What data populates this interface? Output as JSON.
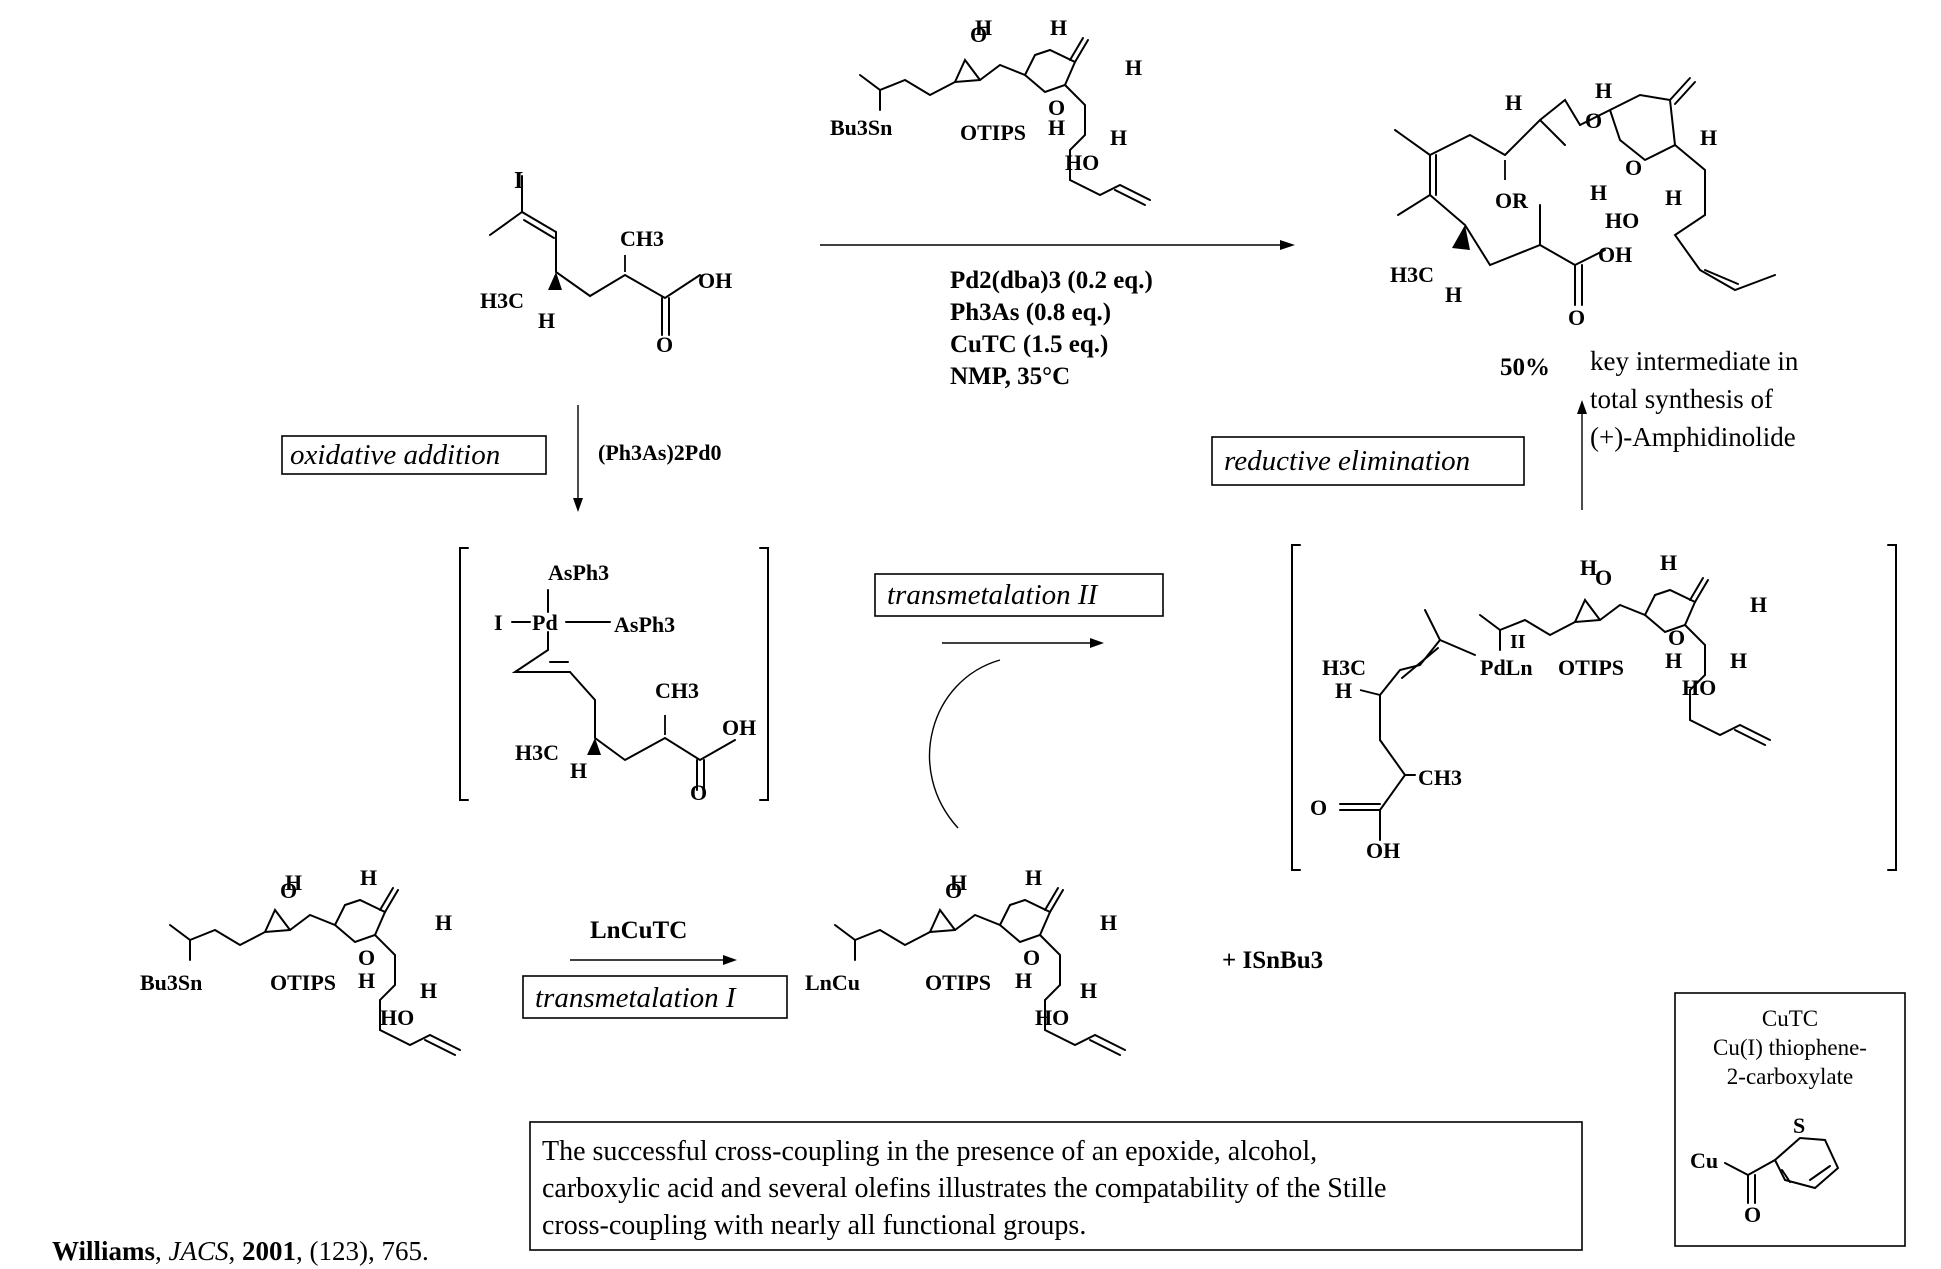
{
  "conditions": {
    "l1": "Pd2(dba)3 (0.2 eq.)",
    "l2": "Ph3As (0.8 eq.)",
    "l3": "CuTC (1.5 eq.)",
    "l4": "NMP, 35°C"
  },
  "steps": {
    "oxidative_addition": "oxidative addition",
    "transmetalation_1": "transmetalation I",
    "transmetalation_2": "transmetalation II",
    "reductive_elimination": "reductive elimination"
  },
  "reagents": {
    "pd0": "(Ph3As)2Pd0",
    "lncutc": "LnCuTC",
    "isnbu3": "+ ISnBu3"
  },
  "product": {
    "yield": "50%",
    "note_l1": "key intermediate in",
    "note_l2": "total synthesis of",
    "note_l3": "(+)-Amphidinolide"
  },
  "atoms": {
    "I": "I",
    "CH3": "CH3",
    "OH": "OH",
    "O": "O",
    "H3C": "H3C",
    "H": "H",
    "Bu3Sn": "Bu3Sn",
    "OTIPS": "OTIPS",
    "HO": "HO",
    "AsPh3": "AsPh3",
    "Pd": "Pd",
    "OR": "OR",
    "II": "II",
    "PdLn": "PdLn",
    "LnCu": "LnCu",
    "Cu": "Cu",
    "S": "S"
  },
  "cutc_box": {
    "l1": "CuTC",
    "l2": "Cu(I) thiophene-",
    "l3": "2-carboxylate"
  },
  "summary": {
    "l1": "The successful cross-coupling in the presence of an epoxide, alcohol,",
    "l2": "carboxylic acid and several olefins illustrates the compatability of the Stille",
    "l3": "cross-coupling with nearly all functional groups."
  },
  "citation": {
    "author": "Williams",
    "journal": "JACS",
    "year": "2001",
    "rest": ", (123), 765."
  }
}
